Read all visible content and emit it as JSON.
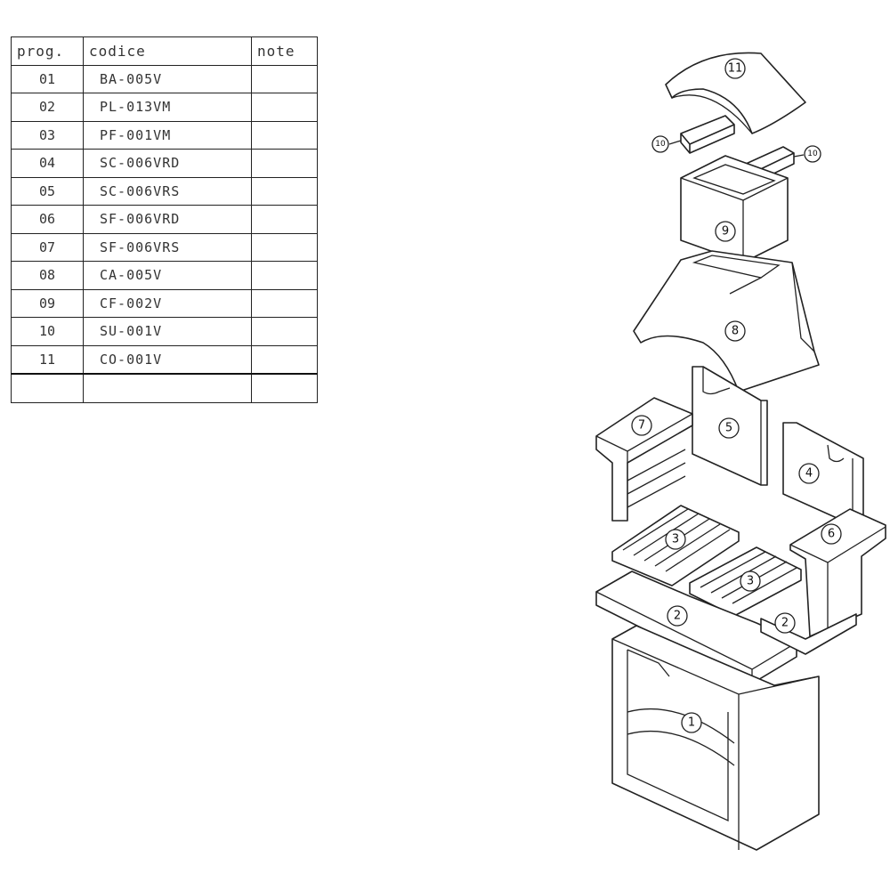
{
  "parts_table": {
    "headers": {
      "prog": "prog.",
      "codice": "codice",
      "note": "note"
    },
    "rows": [
      {
        "prog": "01",
        "codice": "BA-005V",
        "note": ""
      },
      {
        "prog": "02",
        "codice": "PL-013VM",
        "note": ""
      },
      {
        "prog": "03",
        "codice": "PF-001VM",
        "note": ""
      },
      {
        "prog": "04",
        "codice": "SC-006VRD",
        "note": ""
      },
      {
        "prog": "05",
        "codice": "SC-006VRS",
        "note": ""
      },
      {
        "prog": "06",
        "codice": "SF-006VRD",
        "note": ""
      },
      {
        "prog": "07",
        "codice": "SF-006VRS",
        "note": ""
      },
      {
        "prog": "08",
        "codice": "CA-005V",
        "note": ""
      },
      {
        "prog": "09",
        "codice": "CF-002V",
        "note": ""
      },
      {
        "prog": "10",
        "codice": "SU-001V",
        "note": ""
      },
      {
        "prog": "11",
        "codice": "CO-001V",
        "note": ""
      }
    ]
  },
  "callouts": {
    "c11": "11",
    "c10a": "10",
    "c10b": "10",
    "c9": "9",
    "c8": "8",
    "c7": "7",
    "c5": "5",
    "c4": "4",
    "c6": "6",
    "c3a": "3",
    "c3b": "3",
    "c2a": "2",
    "c2b": "2",
    "c1": "1"
  }
}
